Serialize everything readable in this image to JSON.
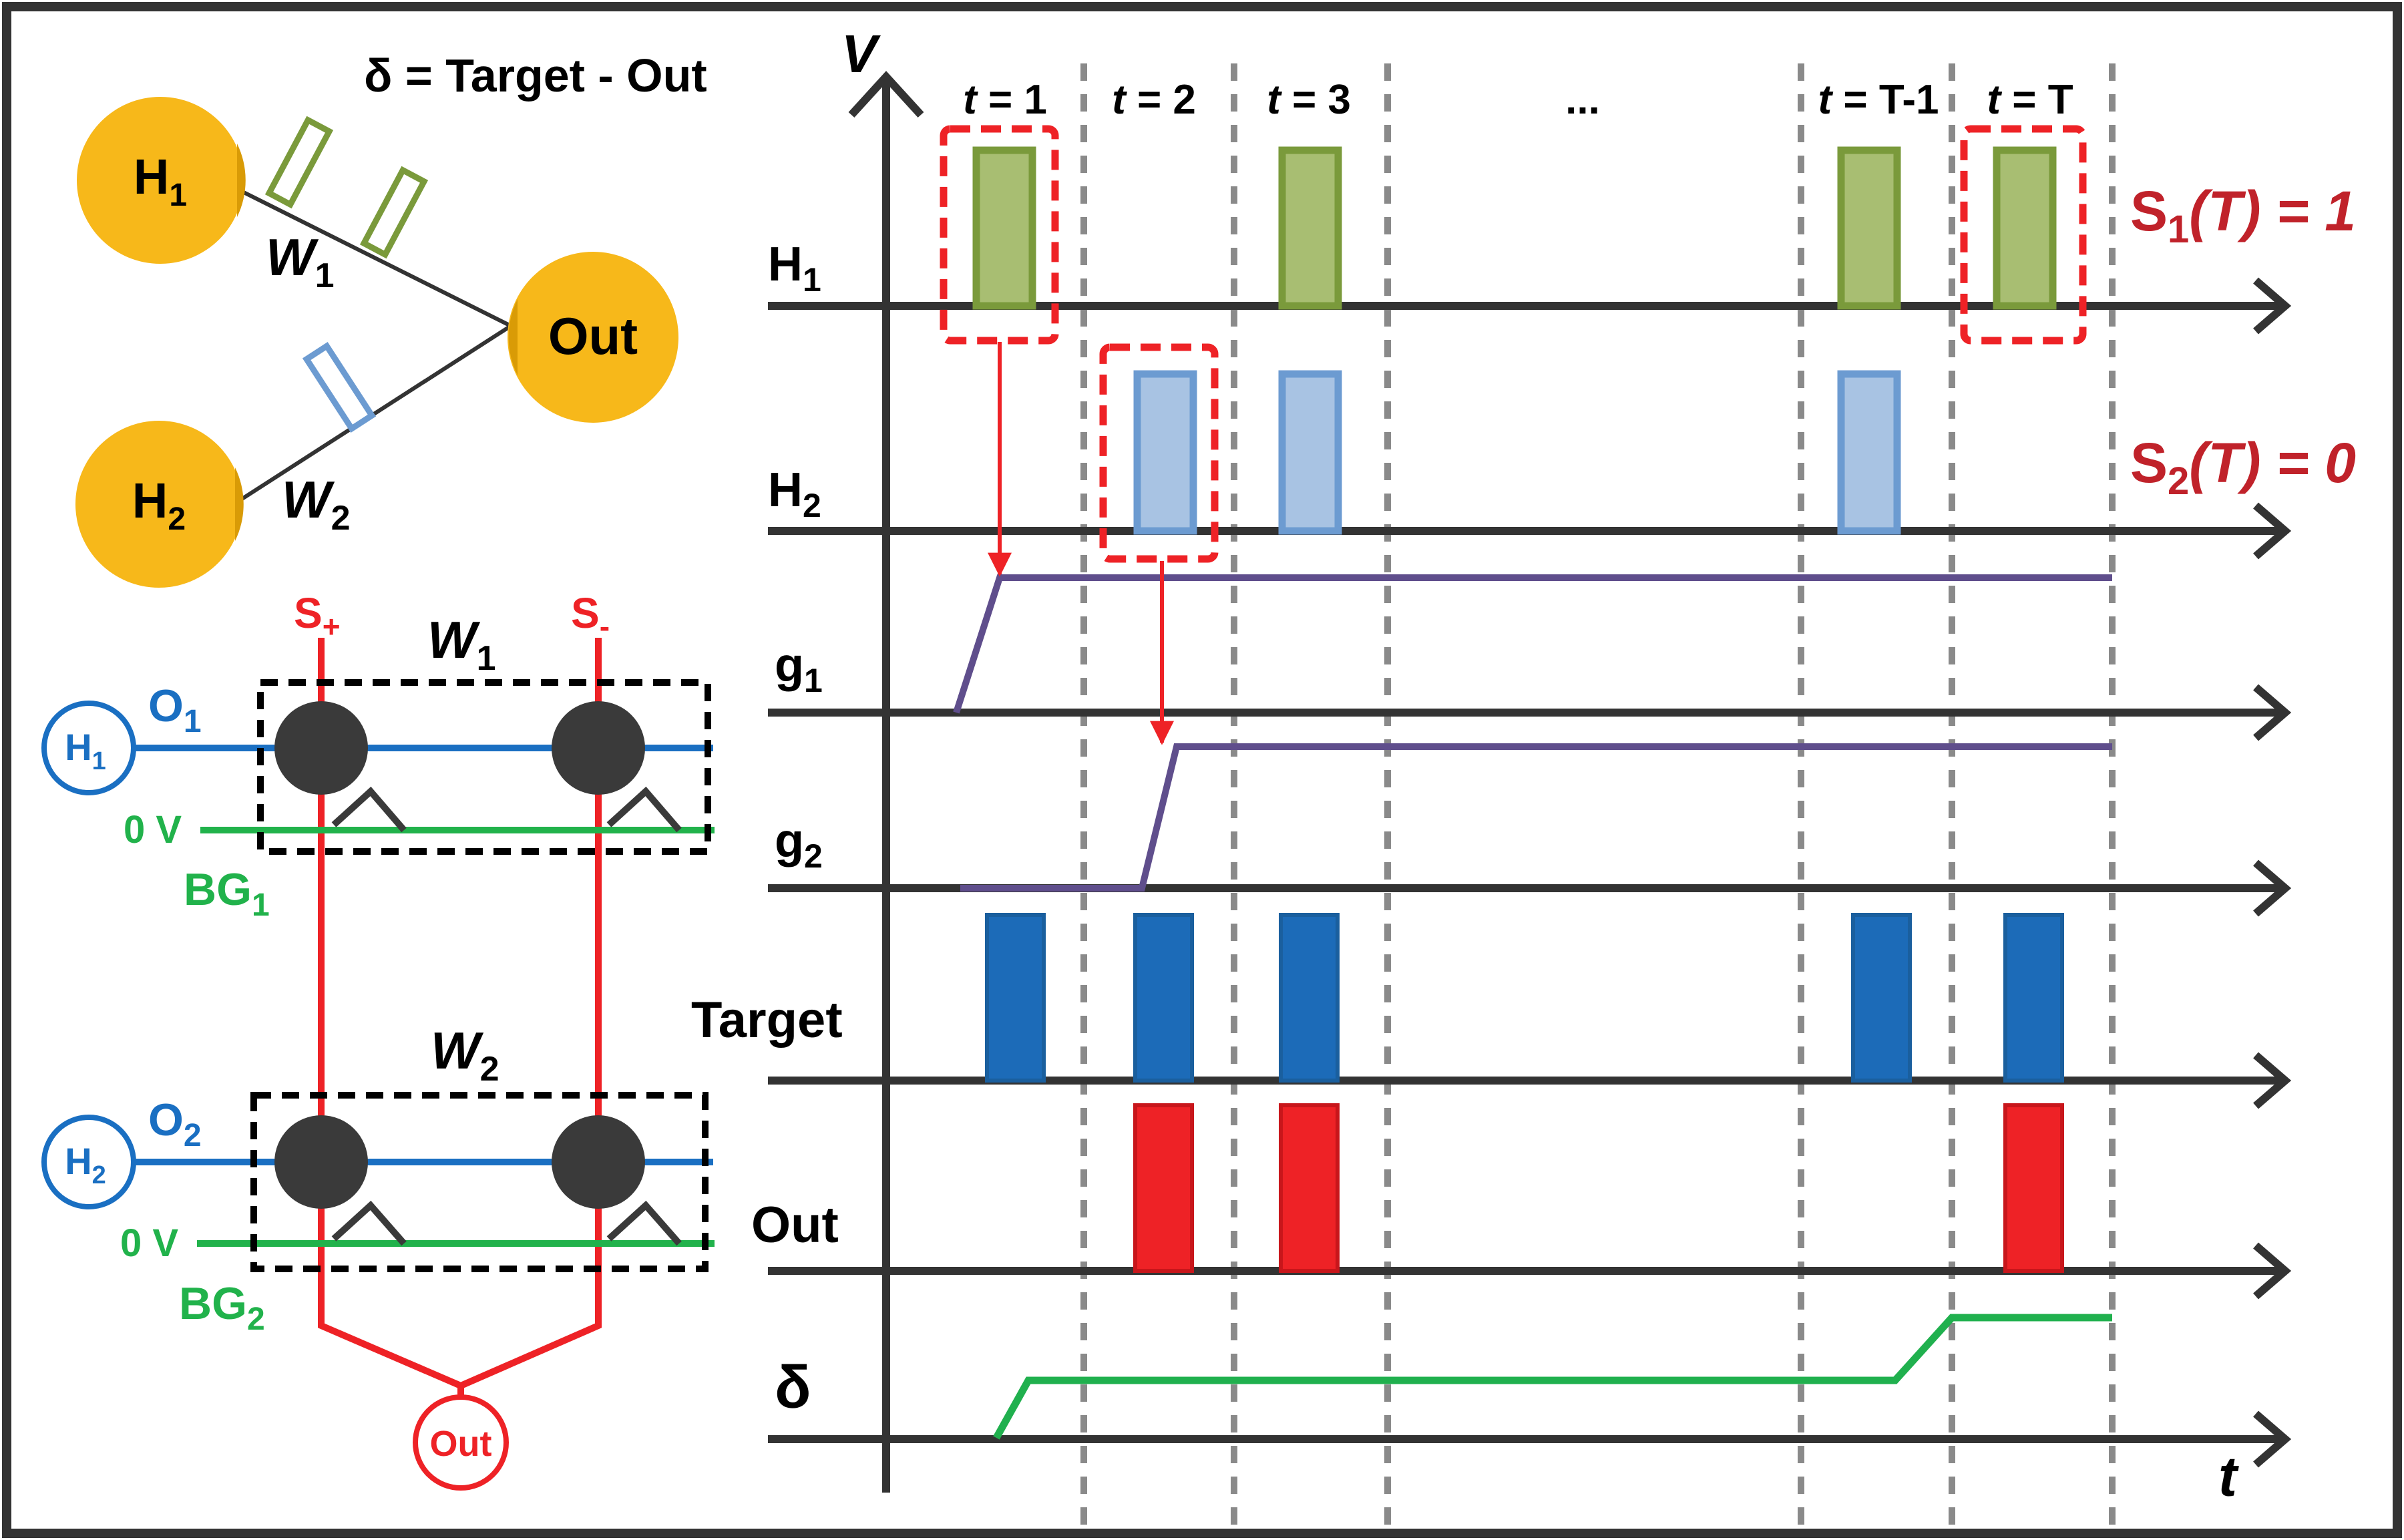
{
  "colors": {
    "frame": "#333333",
    "node_fill": "#f7b81a",
    "node_shade": "#d99b06",
    "green_pulse_fill": "#a8be72",
    "green_pulse_stroke": "#7a9a3b",
    "blue_pulse_fill": "#a8c3e3",
    "blue_pulse_stroke": "#6c9bd1",
    "target_pulse": "#1c6bb8",
    "out_pulse": "#ee2226",
    "conductance_line": "#5f4e8c",
    "delta_line": "#20b04e",
    "red_text": "#c0222a",
    "circuit_blue": "#1a6fc2",
    "circuit_green": "#21b24b",
    "circuit_red": "#ee2226",
    "dashed": "#8a8a8a"
  },
  "network": {
    "formula": "δ = Target - Out",
    "h1": {
      "main": "H",
      "sub": "1"
    },
    "h2": {
      "main": "H",
      "sub": "2"
    },
    "out": "Out",
    "w1": {
      "main": "W",
      "sub": "1"
    },
    "w2": {
      "main": "W",
      "sub": "2"
    }
  },
  "circuit": {
    "s_plus": {
      "main": "S",
      "sub": "+"
    },
    "s_minus": {
      "main": "S",
      "sub": "-"
    },
    "w1": {
      "main": "W",
      "sub": "1"
    },
    "w2": {
      "main": "W",
      "sub": "2"
    },
    "o1": {
      "main": "O",
      "sub": "1"
    },
    "o2": {
      "main": "O",
      "sub": "2"
    },
    "h1": {
      "main": "H",
      "sub": "1"
    },
    "h2": {
      "main": "H",
      "sub": "2"
    },
    "zero_v_1": "0 V",
    "zero_v_2": "0 V",
    "bg1": {
      "main": "BG",
      "sub": "1"
    },
    "bg2": {
      "main": "BG",
      "sub": "2"
    },
    "out": "Out"
  },
  "timing": {
    "v_axis": "V",
    "t_axis": "t",
    "time_labels": [
      {
        "pre": "t",
        "post": " = 1"
      },
      {
        "pre": "t",
        "post": " = 2"
      },
      {
        "pre": "t",
        "post": " = 3"
      },
      {
        "pre": "",
        "post": "..."
      },
      {
        "pre": "t",
        "post": " = T-1"
      },
      {
        "pre": "t",
        "post": " = T"
      }
    ],
    "rows": {
      "h1": {
        "main": "H",
        "sub": "1"
      },
      "h2": {
        "main": "H",
        "sub": "2"
      },
      "g1": {
        "main": "g",
        "sub": "1"
      },
      "g2": {
        "main": "g",
        "sub": "2"
      },
      "target": "Target",
      "out": "Out",
      "delta": "δ"
    },
    "s1_label": {
      "main": "S",
      "sub": "1",
      "rest": "(T) = 1"
    },
    "s2_label": {
      "main": "S",
      "sub": "2",
      "rest": "(T) = 0"
    },
    "pulses": {
      "h1": [
        1,
        0,
        1,
        0,
        1,
        1
      ],
      "h2": [
        0,
        1,
        1,
        0,
        1,
        0
      ],
      "target": [
        1,
        1,
        1,
        0,
        1,
        1
      ],
      "out": [
        0,
        1,
        1,
        0,
        0,
        1
      ]
    }
  }
}
